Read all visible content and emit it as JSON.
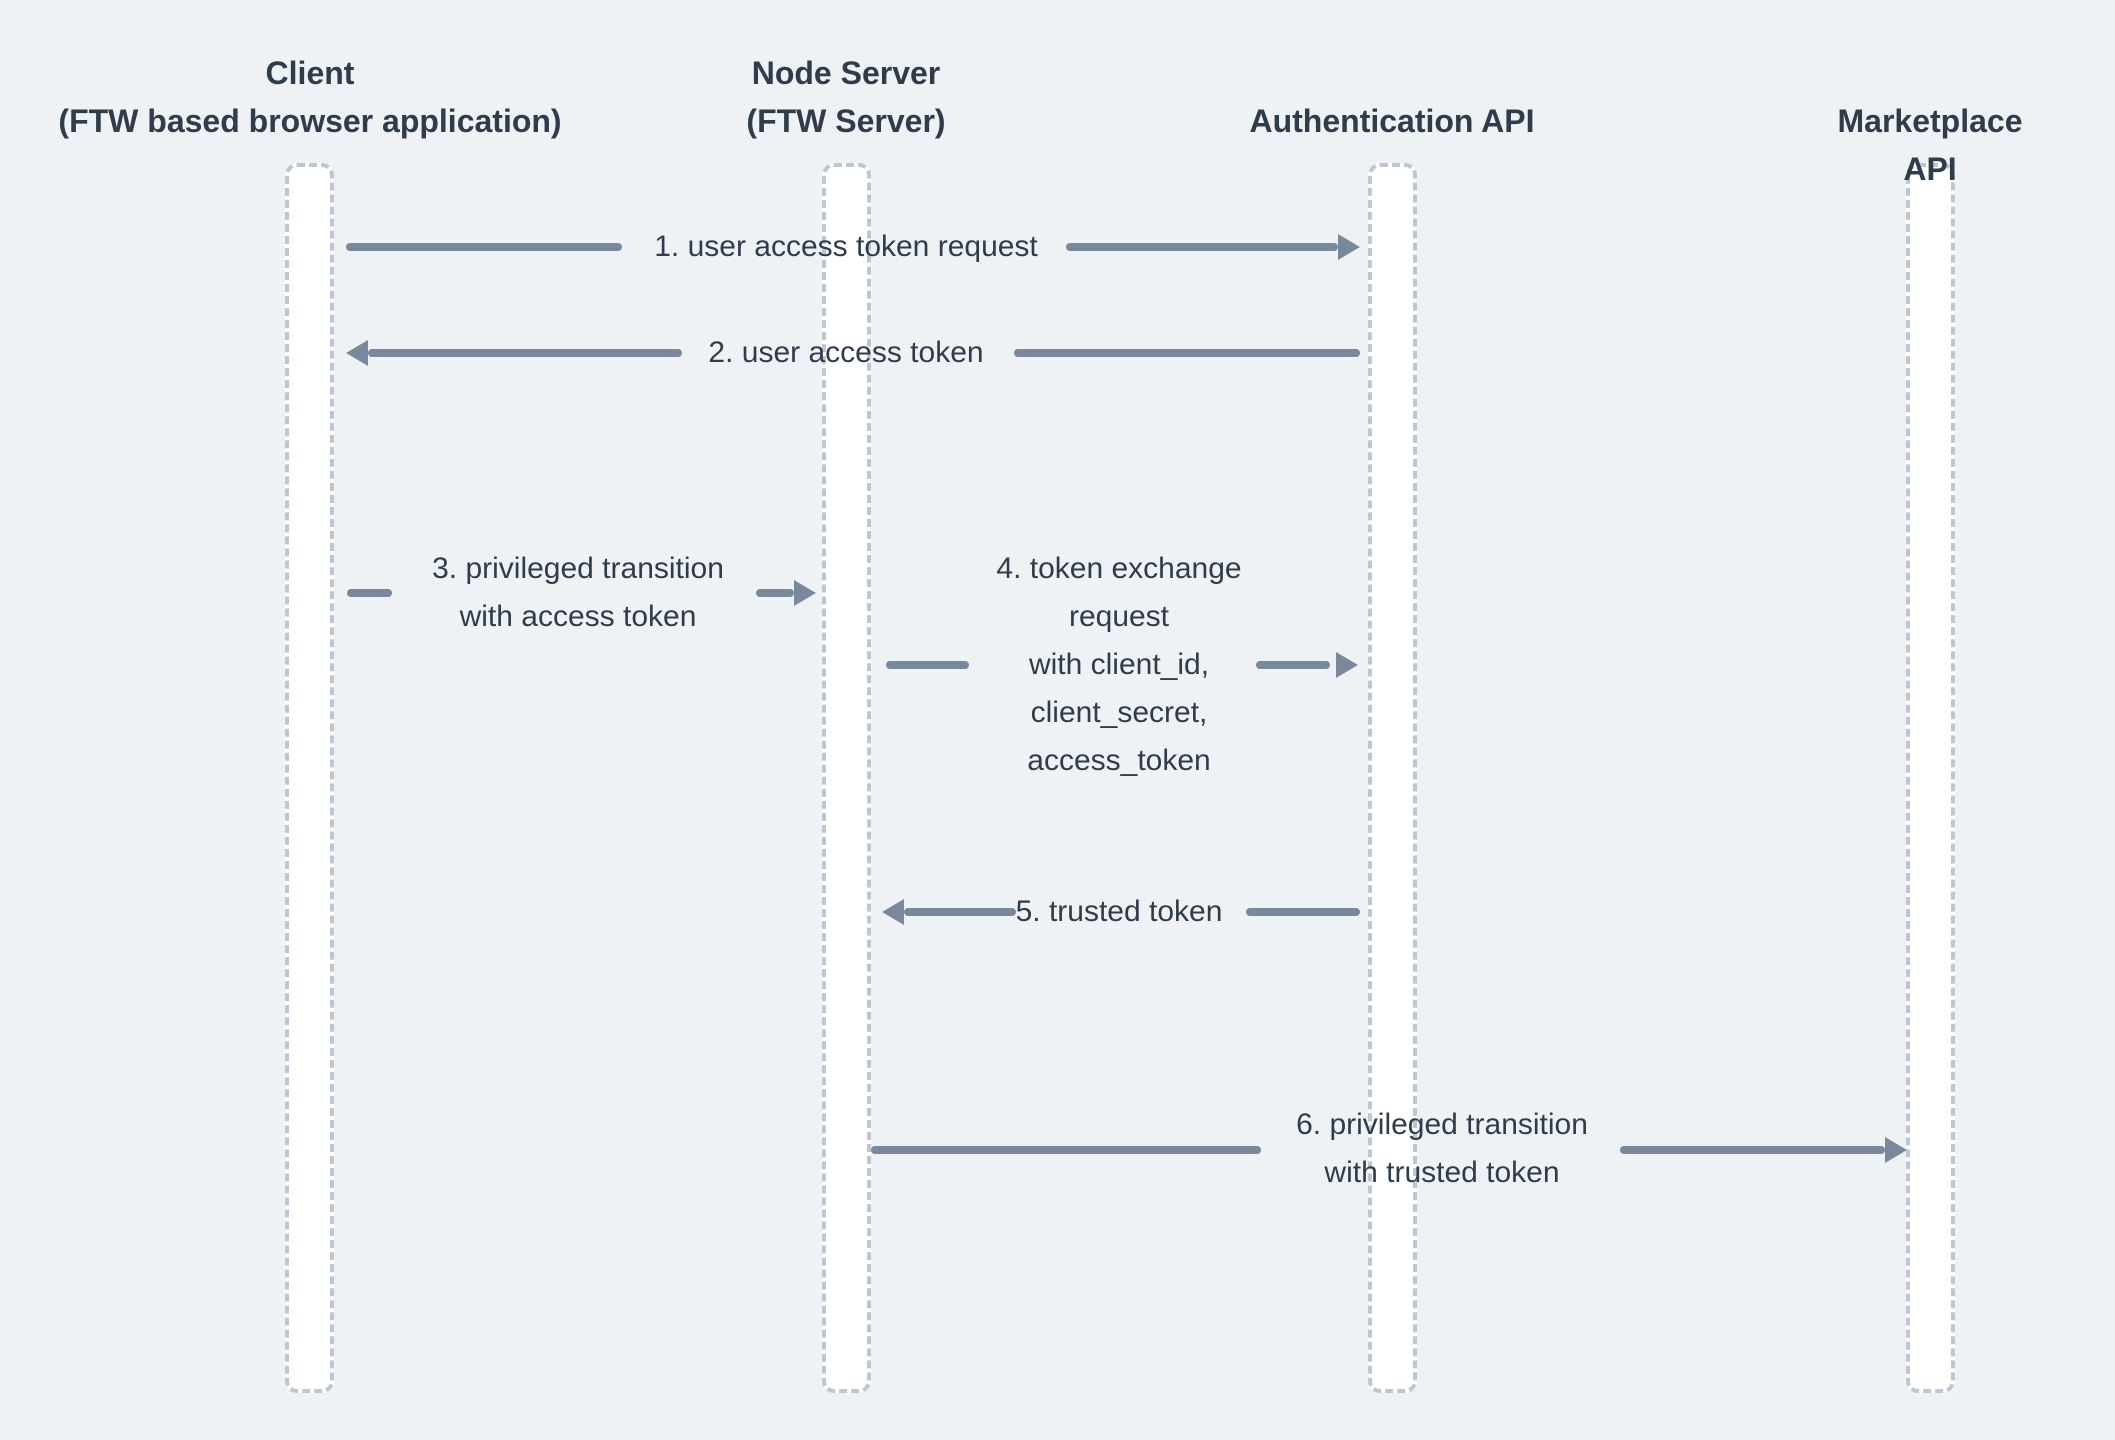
{
  "diagram": {
    "type": "sequence-diagram",
    "colors": {
      "background": "#eff2f5",
      "lifeline_fill": "#ffffff",
      "lifeline_border": "#bdc7d4",
      "arrow": "#78899b",
      "text": "#2e3c4c"
    },
    "actors": [
      {
        "id": "client",
        "label": "Client\n(FTW based browser application)"
      },
      {
        "id": "node-server",
        "label": "Node Server\n(FTW Server)"
      },
      {
        "id": "authentication-api",
        "label": "Authentication API"
      },
      {
        "id": "marketplace-api",
        "label": "Marketplace API"
      }
    ],
    "messages": [
      {
        "step": 1,
        "from": "client",
        "to": "authentication-api",
        "direction": "right",
        "label": "1. user access token request"
      },
      {
        "step": 2,
        "from": "authentication-api",
        "to": "client",
        "direction": "left",
        "label": "2. user access token"
      },
      {
        "step": 3,
        "from": "client",
        "to": "node-server",
        "direction": "right",
        "label": "3. privileged transition\nwith access token"
      },
      {
        "step": 4,
        "from": "node-server",
        "to": "authentication-api",
        "direction": "right",
        "label": "4. token exchange\nrequest\nwith client_id,\nclient_secret,\naccess_token"
      },
      {
        "step": 5,
        "from": "authentication-api",
        "to": "node-server",
        "direction": "left",
        "label": "5. trusted token"
      },
      {
        "step": 6,
        "from": "node-server",
        "to": "marketplace-api",
        "direction": "right",
        "label": "6. privileged transition\nwith trusted token"
      }
    ]
  }
}
